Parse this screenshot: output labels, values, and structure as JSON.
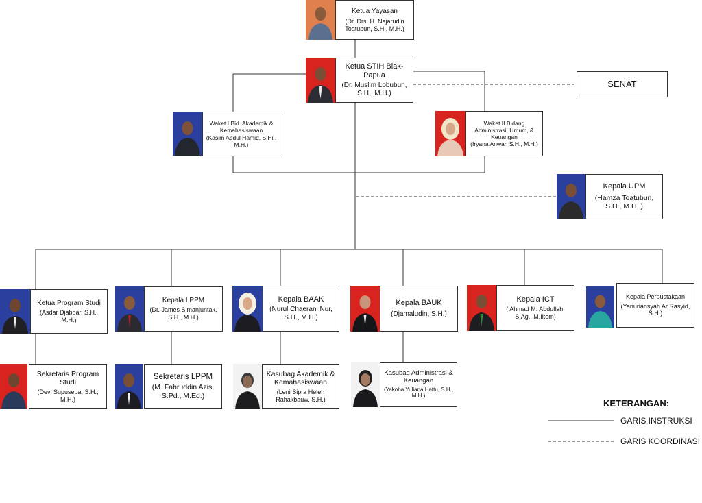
{
  "nodes": {
    "ketua_yayasan": {
      "title": "Ketua Yayasan",
      "person": "(Dr. Drs. H. Najarudin Toatubun, S.H., M.H.)"
    },
    "ketua_stih": {
      "title": "Ketua STIH Biak-Papua",
      "person": "(Dr. Muslim Lobubun, S.H., M.H.)"
    },
    "senat": {
      "title": "SENAT"
    },
    "waket_1": {
      "title": "Waket I Bid. Akademik & Kemahasiswaan",
      "person": "(Kasim Abdul Hamid, S.Hi., M.H.)"
    },
    "waket_2": {
      "title": "Waket II Bidang Administrasi, Umum, & Keuangan",
      "person": "(Iryana Anwar, S.H., M.H.)"
    },
    "kepala_upm": {
      "title": "Kepala UPM",
      "person": "(Hamza Toatubun, S.H., M.H. )"
    },
    "ketua_prodi": {
      "title": "Ketua Program Studi",
      "person": "(Asdar Djabbar, S.H., M.H.)"
    },
    "kepala_lppm": {
      "title": "Kepala LPPM",
      "person": "(Dr. James Simanjuntak, S.H., M.H.)"
    },
    "kepala_baak": {
      "title": "Kepala BAAK",
      "person": "(Nurul Chaerani Nur, S.H., M.H.)"
    },
    "kepala_bauk": {
      "title": "Kepala BAUK",
      "person": "(Djamaludin, S.H.)"
    },
    "kepala_ict": {
      "title": "Kepala ICT",
      "person": "( Ahmad M. Abdullah, S.Ag., M.Ikom)"
    },
    "kepala_perpus": {
      "title": "Kepala Perpustakaan",
      "person": "(Yanuriansyah Ar Rasyid, S.H.)"
    },
    "sekretaris_prodi": {
      "title": "Sekretaris Program Studi",
      "person": "(Devi Supusepa, S.H., M.H.)"
    },
    "sekretaris_lppm": {
      "title": "Sekretaris LPPM",
      "person": "(M. Fahruddin Azis, S.Pd., M.Ed.)"
    },
    "kasubag_akademik": {
      "title": "Kasubag Akademik & Kemahasiswaan",
      "person": "(Leni Sipra Helen Rahakbauw, S.H.)"
    },
    "kasubag_admin": {
      "title": "Kasubag Administrasi & Keuangan",
      "person": "(Yakoba Yuliana Hattu, S.H., M.H.)"
    }
  },
  "legend": {
    "title": "KETERANGAN:",
    "solid_label": "GARIS INSTRUKSI",
    "dashed_label": "GARIS KOORDINASI"
  },
  "colors": {
    "line": "#333333",
    "photo_bg_red": "#d9231f",
    "photo_bg_blue": "#2a3f9e",
    "photo_bg_orange": "#e0804f",
    "photo_bg_white": "#f2f2f2",
    "photo_bg_teal": "#2aa6a0"
  }
}
